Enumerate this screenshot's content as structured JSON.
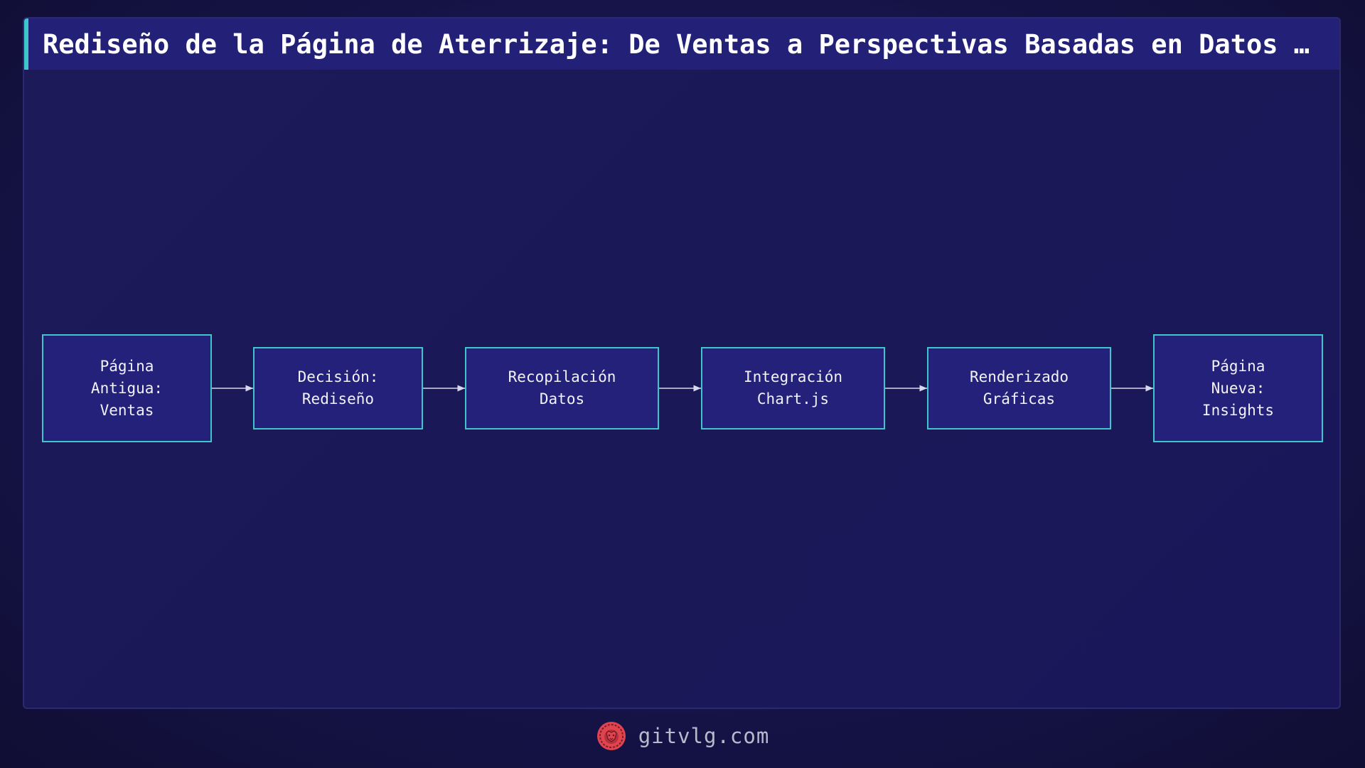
{
  "header": {
    "title": "Rediseño de la Página de Aterrizaje: De Ventas a Perspectivas Basadas en Datos …"
  },
  "diagram": {
    "nodes": [
      {
        "label": "Página\nAntigua:\nVentas"
      },
      {
        "label": "Decisión:\nRediseño"
      },
      {
        "label": "Recopilación\nDatos"
      },
      {
        "label": "Integración\nChart.js"
      },
      {
        "label": "Renderizado\nGráficas"
      },
      {
        "label": "Página\nNueva:\nInsights"
      }
    ]
  },
  "footer": {
    "site": "gitvlg.com",
    "logo_icon": "lion-icon"
  },
  "colors": {
    "accent": "#3ec6c9",
    "node_fill": "#23217a",
    "background": "#1a1856",
    "logo": "#e0454f"
  }
}
